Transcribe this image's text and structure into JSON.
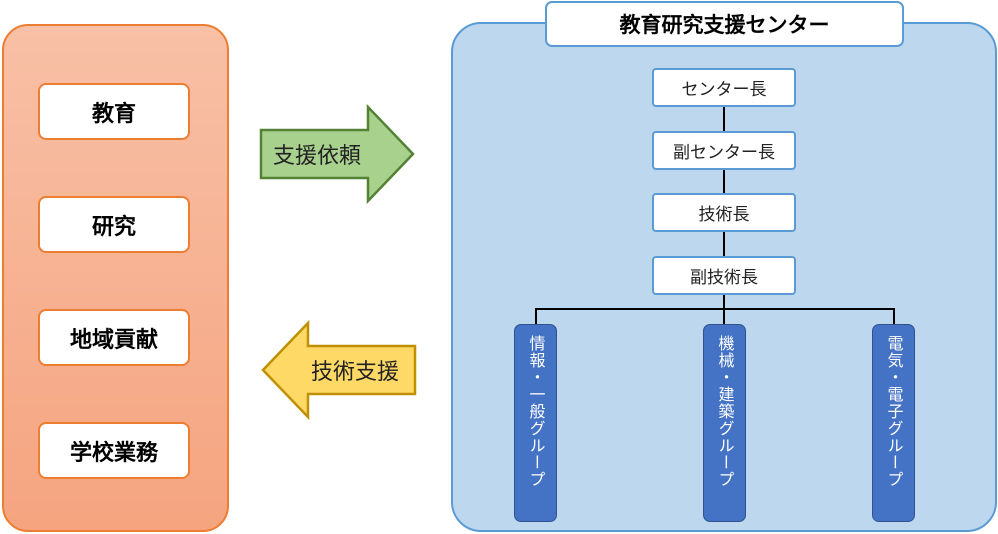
{
  "left_items": [
    "教育",
    "研究",
    "地域貢献",
    "学校業務"
  ],
  "arrows": {
    "request_label": "支援依頼",
    "support_label": "技術支援",
    "colors": {
      "green_fill": "#a9d18e",
      "green_stroke": "#548235",
      "yellow_fill": "#ffd966",
      "yellow_stroke": "#bf9000"
    }
  },
  "center": {
    "title": "教育研究支援センター",
    "roles": [
      "センター長",
      "副センター長",
      "技術長",
      "副技術長"
    ],
    "groups": [
      "情報・一般グループ",
      "機械・建築グループ",
      "電気・電子グループ"
    ]
  },
  "colors": {
    "orange": "#ed7d31",
    "blue_border": "#5b9bd5",
    "blue_bg": "#bdd7ee",
    "group_blue": "#4472c4"
  }
}
